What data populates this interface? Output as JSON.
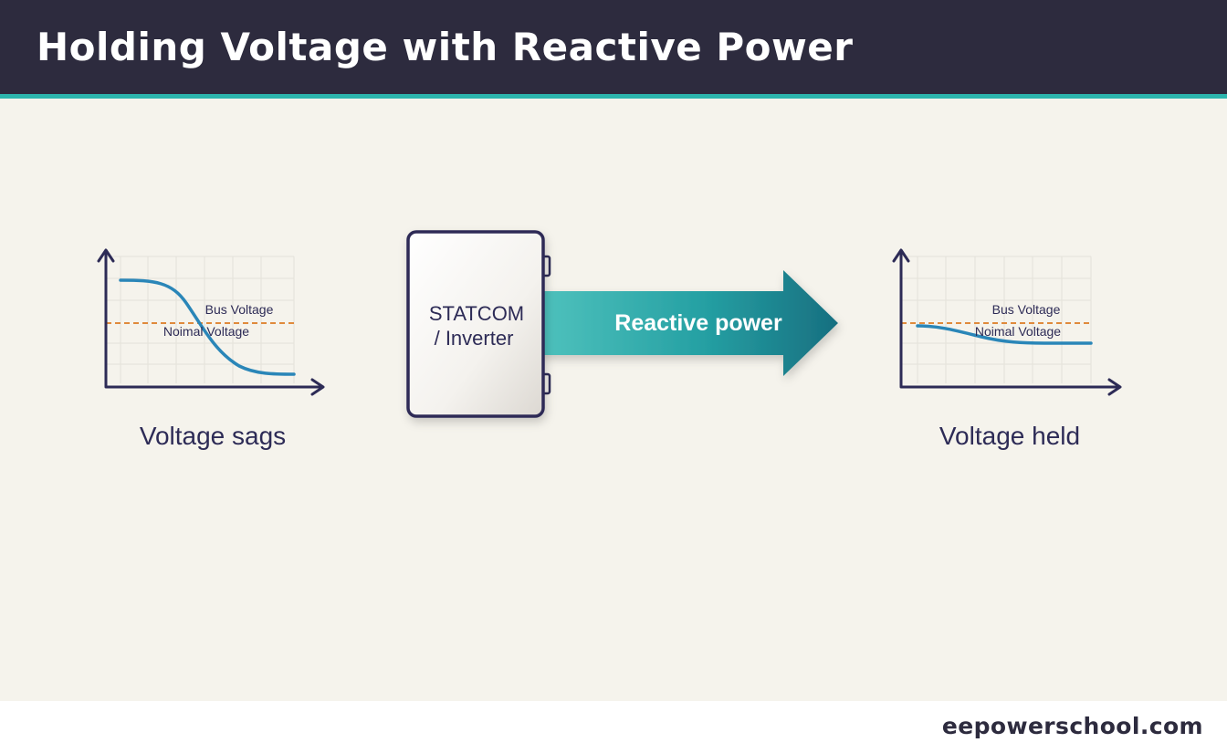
{
  "header": {
    "title": "Holding Voltage with Reactive Power"
  },
  "before_graph": {
    "curve_label": "Bus Voltage",
    "reference_label": "Noimal Voltage",
    "caption": "Voltage sags"
  },
  "device": {
    "label_line1": "STATCOM",
    "label_line2": "/ Inverter"
  },
  "flow_arrow": {
    "label": "Reactive power"
  },
  "after_graph": {
    "curve_label": "Bus Voltage",
    "reference_label": "Noimal Voltage",
    "caption": "Voltage held"
  },
  "footer": {
    "site": "eepowerschool.com"
  },
  "colors": {
    "header_bg": "#2d2b3e",
    "header_accent": "#2cb5ad",
    "background": "#f5f3ec",
    "axis": "#2d2b56",
    "bus_voltage_curve": "#2a86b8",
    "nominal_voltage_line": "#e08a3c",
    "arrow": "#1f9aa0",
    "text_dark": "#2d2b56"
  }
}
